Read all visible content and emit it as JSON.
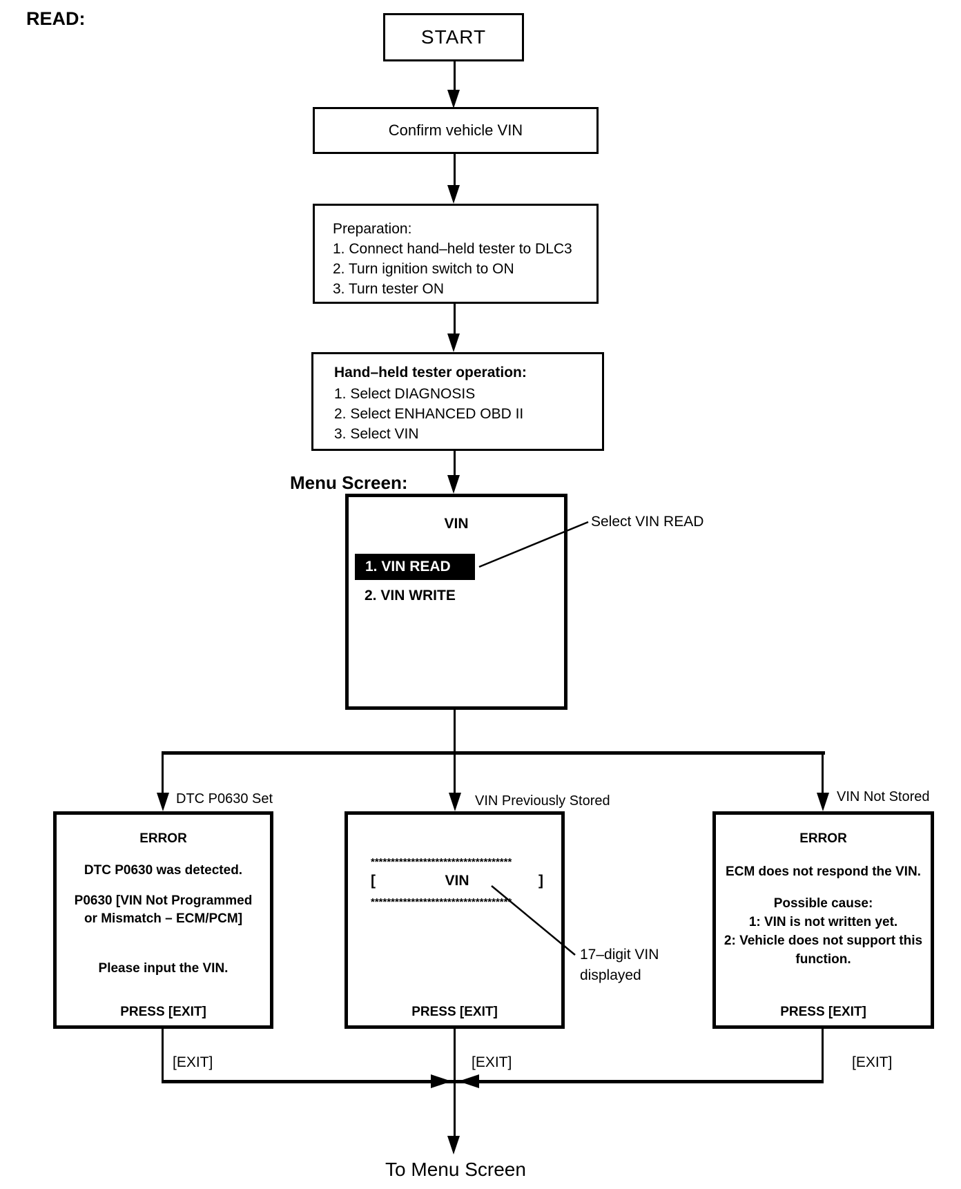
{
  "header": {
    "read_label": "READ:"
  },
  "colors": {
    "ink": "#000000",
    "paper": "#ffffff",
    "highlight_bg": "#000000",
    "highlight_text": "#ffffff"
  },
  "flow": {
    "start": "START",
    "confirm": "Confirm vehicle VIN",
    "preparation": {
      "title": "Preparation:",
      "items": [
        "1. Connect hand–held tester to DLC3",
        "2. Turn ignition switch to ON",
        "3. Turn tester ON"
      ]
    },
    "tester": {
      "title": "Hand–held tester operation:",
      "items": [
        "1. Select DIAGNOSIS",
        "2. Select ENHANCED OBD II",
        "3. Select VIN"
      ]
    }
  },
  "menu": {
    "section_label": "Menu Screen:",
    "title": "VIN",
    "selected": "1. VIN READ",
    "unselected": "2. VIN WRITE",
    "callout": "Select VIN READ"
  },
  "branches": {
    "dtc": {
      "label": "DTC P0630 Set",
      "lines": [
        "ERROR",
        "DTC P0630 was detected.",
        "P0630  [VIN Not Programmed",
        "or Mismatch – ECM/PCM]",
        "Please input the VIN.",
        "PRESS [EXIT]"
      ],
      "exit": "[EXIT]"
    },
    "stored": {
      "label": "VIN Previously Stored",
      "asterisks": "***********************************",
      "bracket_open": "[",
      "vin": "VIN",
      "bracket_close": "]",
      "press": "PRESS [EXIT]",
      "callout_line1": "17–digit VIN",
      "callout_line2": "displayed",
      "exit": "[EXIT]"
    },
    "notstored": {
      "label": "VIN Not Stored",
      "lines": [
        "ERROR",
        "ECM does not respond the VIN.",
        "Possible cause:",
        "1: VIN is not written yet.",
        "2: Vehicle does not support this",
        "function.",
        "PRESS [EXIT]"
      ],
      "exit": "[EXIT]"
    }
  },
  "footer": {
    "to_menu": "To Menu Screen"
  }
}
